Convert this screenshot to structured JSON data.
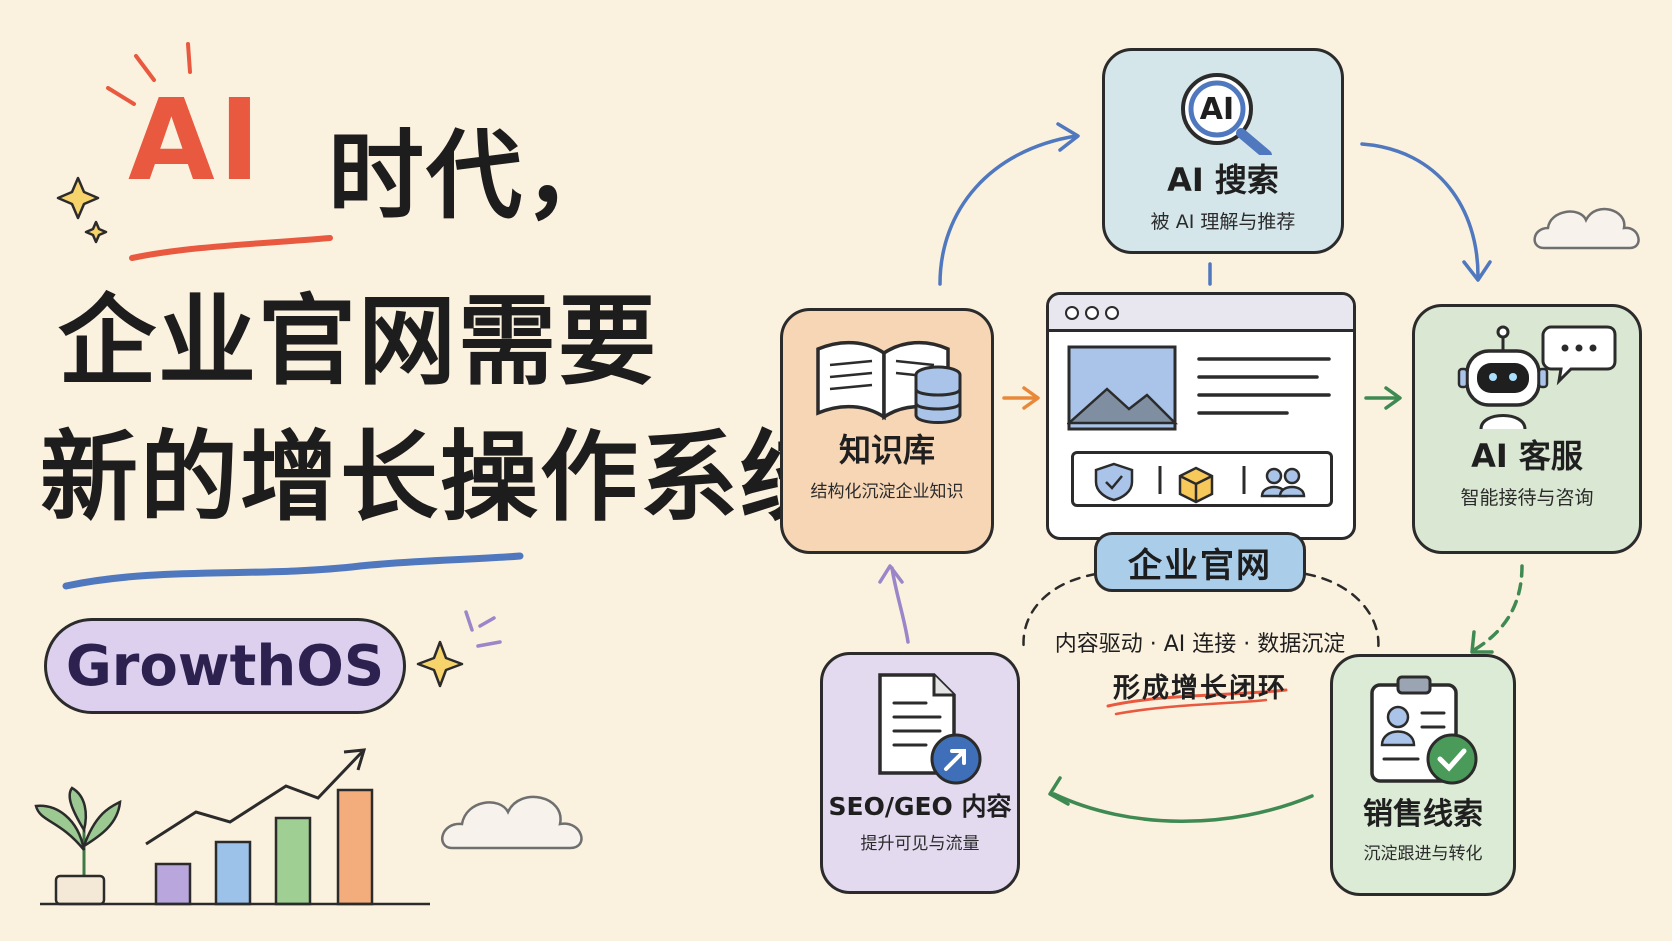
{
  "headline": {
    "ai": "AI",
    "era": "时代，",
    "line2": "企业官网需要",
    "line3": "新的增长操作系统"
  },
  "badge": {
    "label": "GrowthOS"
  },
  "center": {
    "label": "企业官网"
  },
  "nodes": {
    "ai_search": {
      "title": "AI 搜索",
      "subtitle": "被 AI 理解与推荐",
      "icon_text": "AI"
    },
    "knowledge_base": {
      "title": "知识库",
      "subtitle": "结构化沉淀企业知识"
    },
    "ai_service": {
      "title": "AI 客服",
      "subtitle": "智能接待与咨询"
    },
    "sales_leads": {
      "title": "销售线索",
      "subtitle": "沉淀跟进与转化"
    },
    "seo_geo": {
      "title": "SEO/GEO 内容",
      "subtitle": "提升可见与流量"
    }
  },
  "loop": {
    "description": "内容驱动 · AI 连接 · 数据沉淀",
    "main": "形成增长闭环"
  },
  "colors": {
    "background": "#fbf1df",
    "accent_red": "#e8593f",
    "arrow_blue": "#4f78be",
    "arrow_orange": "#e8893a",
    "arrow_green": "#3f8a52",
    "arrow_purple": "#9a86c8"
  }
}
